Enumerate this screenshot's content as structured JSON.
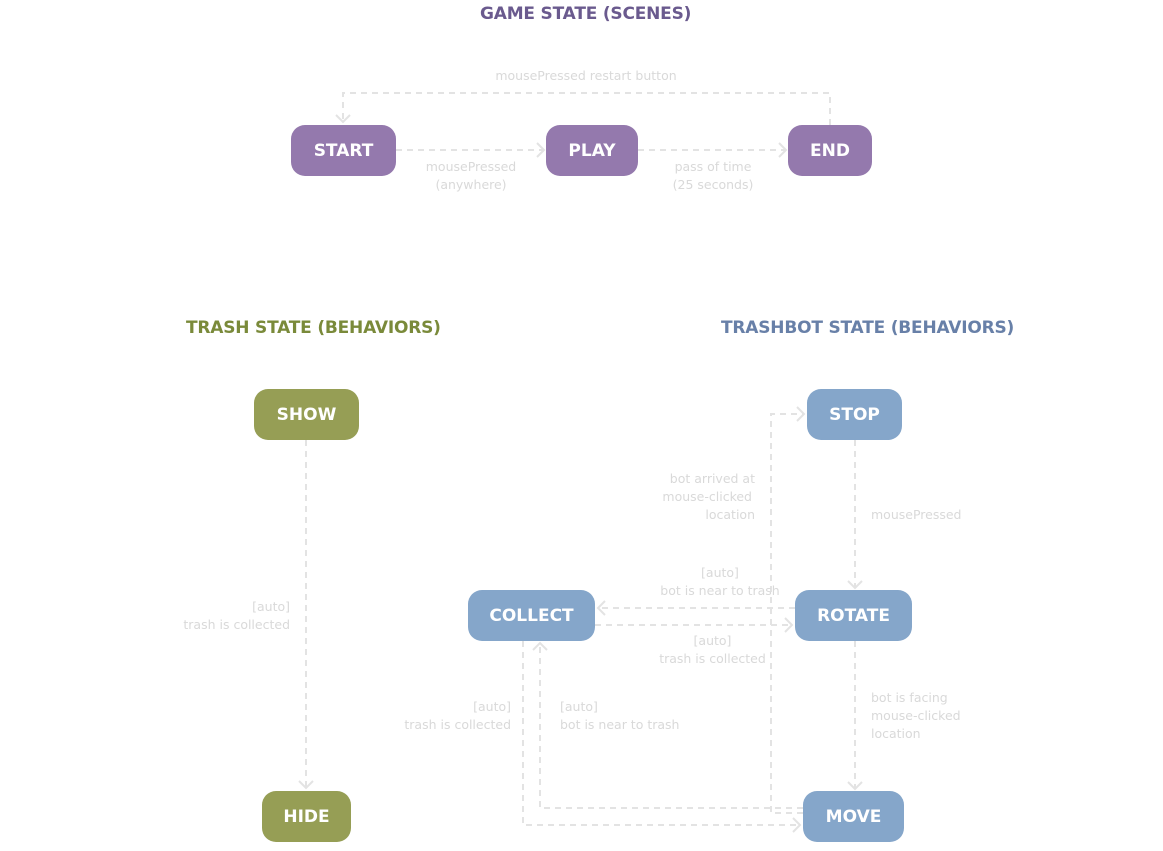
{
  "colors": {
    "game": "#9479ad",
    "game_title": "#6a5a8e",
    "trash": "#969e55",
    "trash_title": "#7a8a3a",
    "bot": "#85a6ca",
    "bot_title": "#6880a8",
    "edge": "#e3e3e3",
    "edge_label": "#d9d9d9"
  },
  "game_state": {
    "title": "GAME STATE (SCENES)",
    "nodes": {
      "start": "START",
      "play": "PLAY",
      "end": "END"
    },
    "edges": {
      "restart": [
        "mousePressed restart button"
      ],
      "start_play": [
        "mousePressed",
        "(anywhere)"
      ],
      "play_end": [
        "pass of time",
        "(25 seconds)"
      ]
    }
  },
  "trash_state": {
    "title": "TRASH STATE (BEHAVIORS)",
    "nodes": {
      "show": "SHOW",
      "hide": "HIDE"
    },
    "edges": {
      "show_hide": [
        "[auto]",
        "trash is collected"
      ]
    }
  },
  "trashbot_state": {
    "title": "TRASHBOT STATE (BEHAVIORS)",
    "nodes": {
      "stop": "STOP",
      "rotate": "ROTATE",
      "move": "MOVE",
      "collect": "COLLECT"
    },
    "edges": {
      "move_stop": [
        "bot arrived at",
        "mouse-clicked",
        "location"
      ],
      "stop_rotate": [
        "mousePressed"
      ],
      "rotate_collect": [
        "[auto]",
        "bot is near to trash"
      ],
      "collect_rotate": [
        "[auto]",
        "trash is collected"
      ],
      "rotate_move": [
        "bot is facing",
        "mouse-clicked",
        "location"
      ],
      "collect_move": [
        "[auto]",
        "trash is collected"
      ],
      "move_collect": [
        "[auto]",
        "bot is near to trash"
      ]
    }
  }
}
